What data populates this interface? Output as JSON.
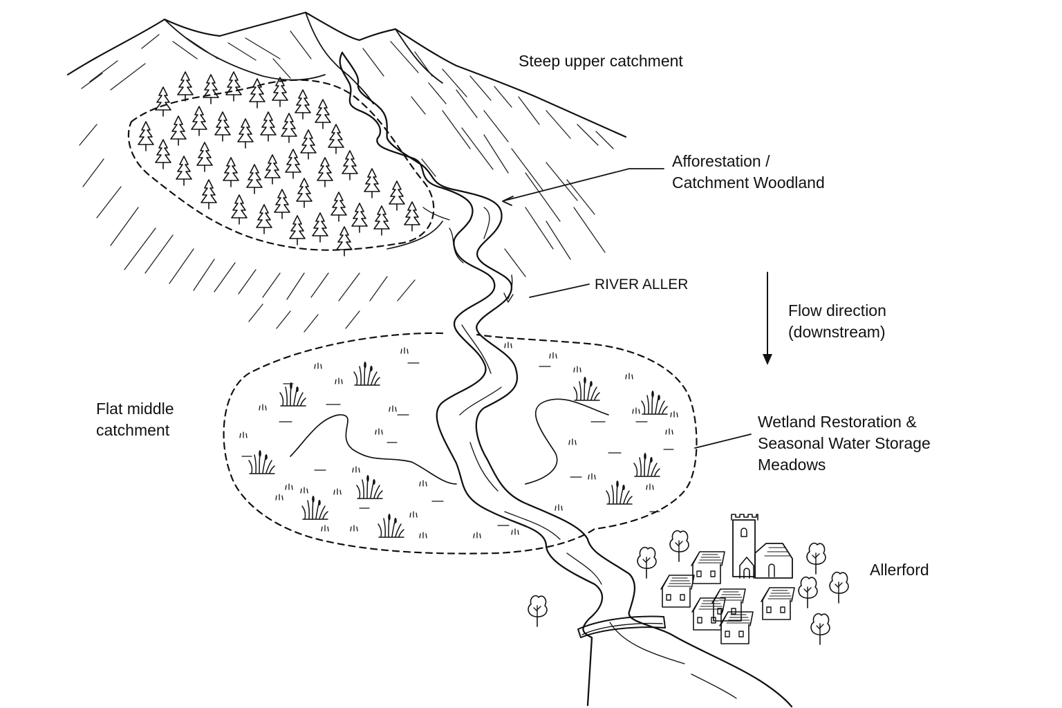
{
  "labels": {
    "upper": "Steep upper catchment",
    "woodland": [
      "Afforestation /",
      "Catchment Woodland"
    ],
    "river": "RIVER ALLER",
    "flow": [
      "Flow direction",
      "(downstream)"
    ],
    "middle": [
      "Flat middle",
      "catchment"
    ],
    "wetland": [
      "Wetland Restoration &",
      "Seasonal Water Storage",
      "Meadows"
    ],
    "town": "Allerford"
  },
  "icons": [
    "conifer-tree-icon",
    "reed-clump-icon",
    "deciduous-tree-icon",
    "cottage-icon",
    "church-icon",
    "bridge-icon",
    "flow-arrow-icon"
  ],
  "colors": {
    "ink": "#111111",
    "paper": "#ffffff"
  }
}
